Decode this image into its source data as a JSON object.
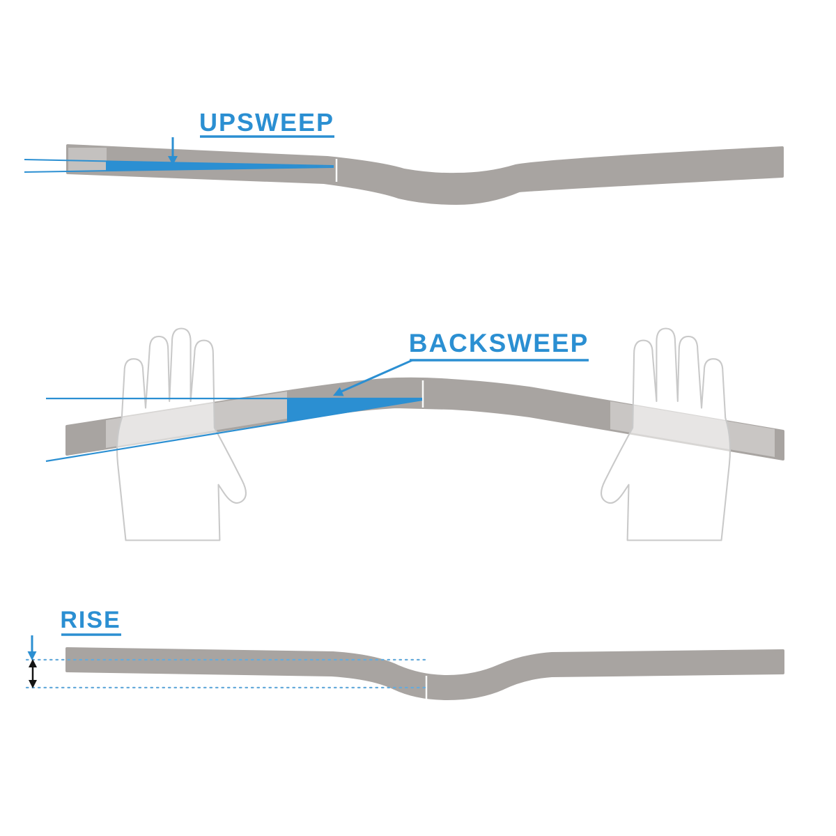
{
  "labels": {
    "upsweep": "UPSWEEP",
    "backsweep": "BACKSWEEP",
    "rise": "RISE"
  },
  "colors": {
    "accent_blue": "#2b8fd2",
    "bar_gray": "#a8a4a1",
    "hand_outline": "#c9c9c9",
    "dotted_blue": "#66abdb",
    "measure_black": "#141414",
    "background": "#ffffff"
  }
}
